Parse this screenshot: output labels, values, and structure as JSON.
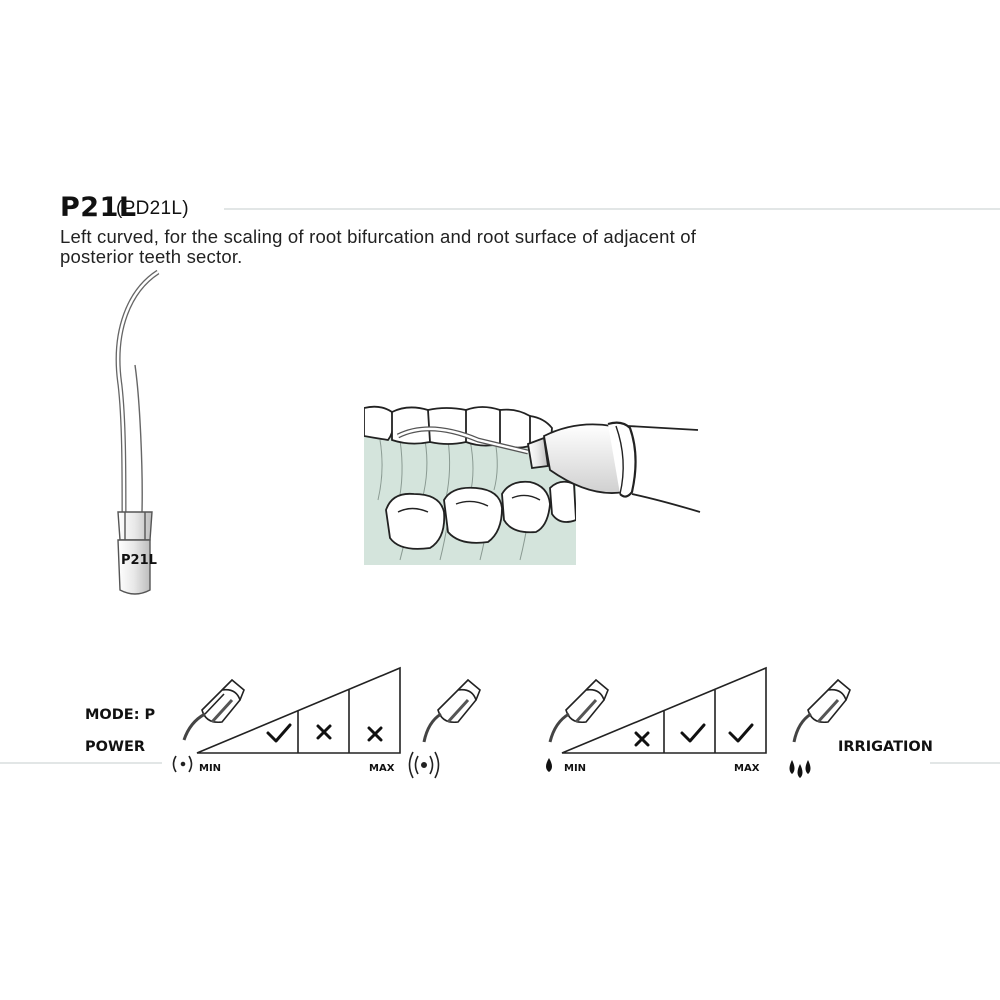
{
  "tip": {
    "code": "P21L",
    "alt_code": "(PD21L)",
    "description_line1": "Left curved, for the scaling of root bifurcation and root surface of adjacent of",
    "description_line2": "posterior teeth sector.",
    "engraving": "P21L"
  },
  "settings": {
    "mode_label": "MODE: P",
    "power_label": "POWER",
    "irrigation_label": "IRRIGATION",
    "min_label": "MIN",
    "max_label": "MAX",
    "power_levels": [
      "check",
      "cross",
      "cross"
    ],
    "irrigation_levels": [
      "cross",
      "check",
      "check"
    ]
  },
  "icons": {
    "handpiece": "handpiece-icon",
    "vibration_low": "vibration-low-icon",
    "vibration_high": "vibration-high-icon",
    "drop_single": "water-drop-icon",
    "drops_multiple": "water-drops-icon"
  },
  "colors": {
    "accent_line": "#e2e6e6",
    "gum": "#d4e4dc"
  }
}
